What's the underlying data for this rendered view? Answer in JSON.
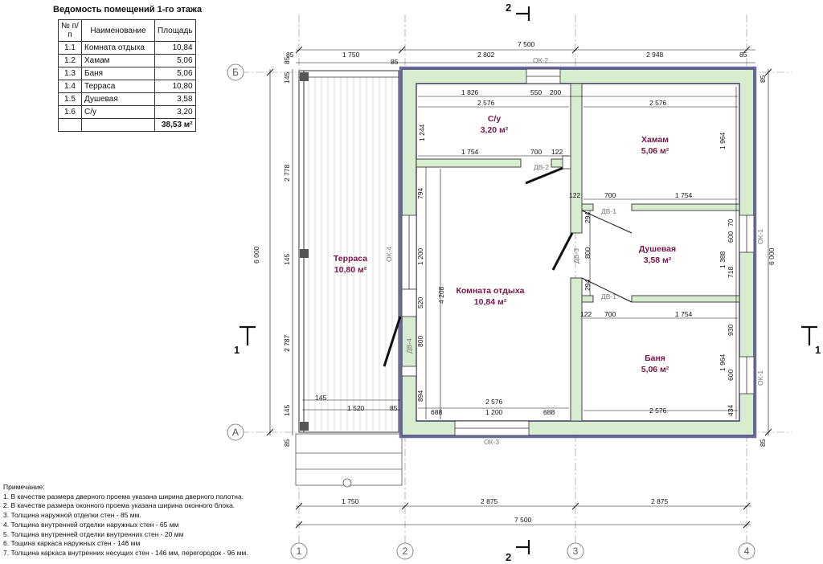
{
  "schedule": {
    "title": "Ведомость помещений 1-го этажа",
    "header": {
      "num": "№ п/п",
      "name": "Наименование",
      "area": "Площадь"
    },
    "rows": [
      {
        "num": "1.1",
        "name": "Комната отдыха",
        "area": "10,84"
      },
      {
        "num": "1.2",
        "name": "Хамам",
        "area": "5,06"
      },
      {
        "num": "1.3",
        "name": "Баня",
        "area": "5,06"
      },
      {
        "num": "1.4",
        "name": "Терраса",
        "area": "10,80"
      },
      {
        "num": "1.5",
        "name": "Душевая",
        "area": "3,58"
      },
      {
        "num": "1.6",
        "name": "С/у",
        "area": "3,20"
      }
    ],
    "total": "38,53 м²"
  },
  "notes": {
    "title": "Примечание:",
    "items": [
      "1. В качестве размера дверного проема указана ширина дверного полотна.",
      "2. В качестве размера оконного проема указана ширина оконного блока.",
      "3. Толщина наружной отделки стен - 85 мм.",
      "4. Толщина внутренней отделки наружных стен - 65 мм",
      "5. Толщина внутренней отделки внутренних стен - 20 мм",
      "6. Тощина каркаса наружных стен - 146 мм",
      "7. Толщина каркаса внутренних несущих стен - 146 мм, перегородок - 96 мм."
    ]
  },
  "rooms": {
    "su": {
      "name": "С/у",
      "area": "3,20 м²"
    },
    "hamam": {
      "name": "Хамам",
      "area": "5,06 м²"
    },
    "rest": {
      "name": "Комната отдыха",
      "area": "10,84 м²"
    },
    "shower": {
      "name": "Душевая",
      "area": "3,58 м²"
    },
    "banya": {
      "name": "Баня",
      "area": "5,06 м²"
    },
    "terrace": {
      "name": "Терраса",
      "area": "10,80 м²"
    }
  },
  "axes": {
    "a": "А",
    "b": "Б",
    "n1": "1",
    "n2": "2",
    "n3": "3",
    "n4": "4"
  },
  "sections": {
    "s1": "1",
    "s2": "2"
  },
  "tags": {
    "ok1": "ОК-1",
    "ok2": "ОК-2",
    "ok3": "ОК-3",
    "ok4": "ОК-4",
    "dv1": "ДВ-1",
    "dv2": "ДВ-2",
    "dv3": "ДВ-3",
    "dv4": "ДВ-4"
  },
  "dims": {
    "total_width": "7 500",
    "top_row": [
      "85",
      "1 750",
      "85",
      "2 802",
      "2 948",
      "85"
    ],
    "bottom_row": [
      "1 750",
      "2 875",
      "2 875"
    ],
    "height_total": "6 000",
    "left": [
      "85",
      "145",
      "2 778",
      "145",
      "2 787",
      "145",
      "85"
    ],
    "right": [
      "85",
      "85"
    ],
    "su": [
      "1 826",
      "550",
      "200",
      "2 576",
      "1 244",
      "1 754",
      "700",
      "122"
    ],
    "hamam": [
      "2 576",
      "1 964",
      "700",
      "1 754",
      "122"
    ],
    "rest": [
      "794",
      "1 200",
      "520",
      "800",
      "894",
      "4 208",
      "2 576",
      "688",
      "1 200",
      "688",
      "85",
      "1 520",
      "145"
    ],
    "shower": [
      "294",
      "800",
      "294",
      "1 388",
      "70",
      "600",
      "718",
      "700",
      "1 754",
      "122"
    ],
    "banya": [
      "930",
      "1 964",
      "600",
      "434",
      "2 576"
    ]
  }
}
